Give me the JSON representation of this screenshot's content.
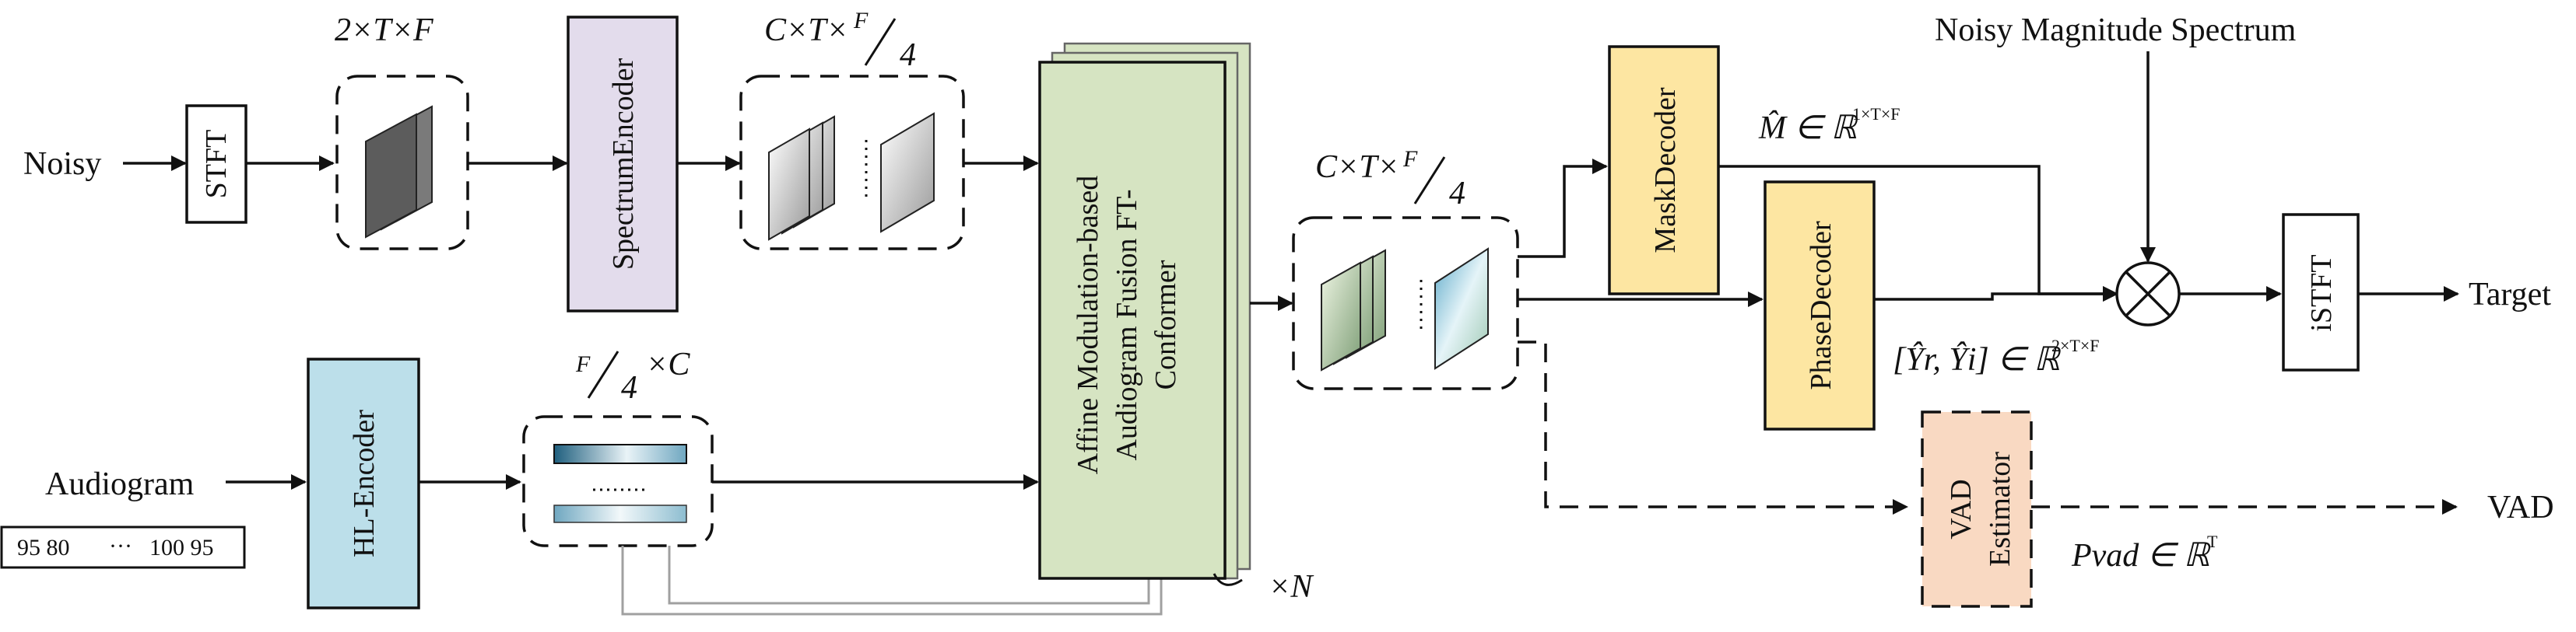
{
  "inputs": {
    "noisy": "Noisy",
    "audiogram": "Audiogram",
    "audiogram_values": {
      "left": "95 80",
      "dots": "···",
      "right": "100 95"
    }
  },
  "blocks": {
    "stft": "STFT",
    "spectrum_encoder": "SpectrumEncoder",
    "hl_encoder": "HL-Encoder",
    "fusion_conformer_line1": "Affine Modulation-based",
    "fusion_conformer_line2": "Audiogram Fusion FT-",
    "fusion_conformer_line3": "Conformer",
    "repeat": "×N",
    "mask_decoder": "MaskDecoder",
    "phase_decoder": "PhaseDecoder",
    "vad_estimator_line1": "VAD",
    "vad_estimator_line2": "Estimator",
    "istft": "iSTFT"
  },
  "shapes": {
    "stft_out": "2×T×F",
    "encoder_out_prefix": "C×T×",
    "hl_out_suffix": "×C",
    "fraction_num": "F",
    "fraction_den": "4"
  },
  "annotations": {
    "noisy_magnitude": "Noisy Magnitude Spectrum",
    "mask_est": "M̂ ∈ ℝ",
    "mask_est_sup": "1×T×F",
    "phase_est": "[Ŷr, Ŷi] ∈ ℝ",
    "phase_est_sup": "2×T×F",
    "vad_prob": "Pvad ∈ ℝ",
    "vad_prob_sup": "T"
  },
  "outputs": {
    "target": "Target",
    "vad": "VAD"
  },
  "colors": {
    "spectrum_encoder": "#e3dcec",
    "hl_encoder": "#bcdfea",
    "fusion": "#d6e4c2",
    "mask_decoder": "#fde6a2",
    "phase_decoder": "#fde6a2",
    "vad_estimator": "#f9d9c2",
    "feedback_line": "#a0a0a0"
  }
}
